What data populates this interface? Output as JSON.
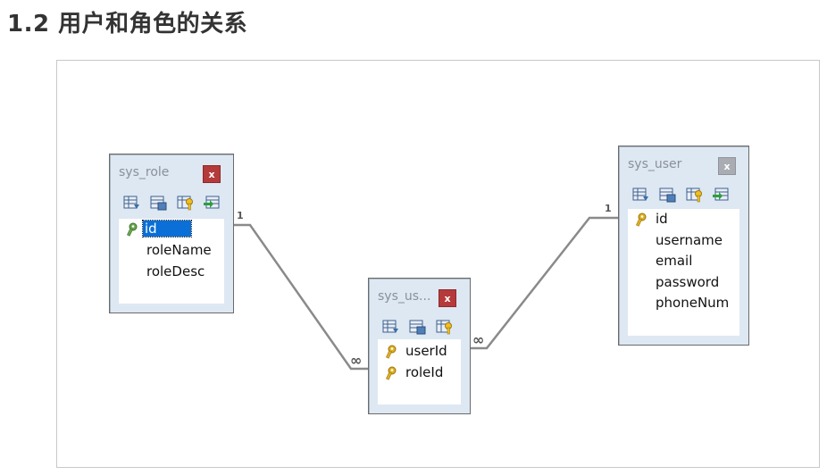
{
  "heading": "1.2 用户和角色的关系",
  "tables": {
    "sys_role": {
      "title": "sys_role",
      "close": "x",
      "fields": [
        "id",
        "roleName",
        "roleDesc"
      ],
      "selected_field": "id"
    },
    "sys_user_role": {
      "title": "sys_us...",
      "close": "x",
      "fields": [
        "userId",
        "roleId"
      ]
    },
    "sys_user": {
      "title": "sys_user",
      "close": "x",
      "fields": [
        "id",
        "username",
        "email",
        "password",
        "phoneNum"
      ]
    }
  },
  "relationships": {
    "role_to_link": {
      "one": "1",
      "many": "∞"
    },
    "user_to_link": {
      "one": "1",
      "many": "∞"
    }
  },
  "colors": {
    "selection": "#0a6fd6",
    "close_active": "#b53a3a",
    "close_inactive": "#a9adb3",
    "table_frame": "#dde8f3",
    "key_gold": "#e0b020",
    "key_green": "#6aa84f"
  }
}
